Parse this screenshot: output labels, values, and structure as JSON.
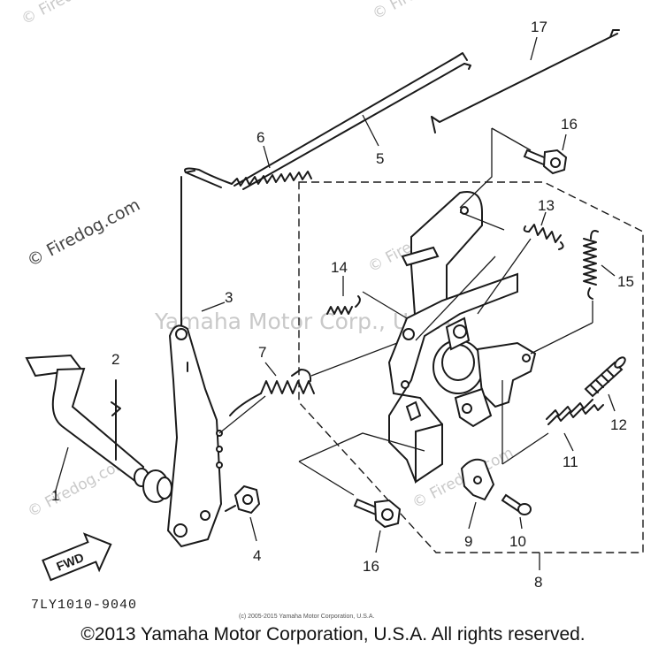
{
  "watermarks": {
    "site": "© Firedog.com",
    "corporate": "Yamaha Motor Corp., U.S.A."
  },
  "part_numbers": {
    "p1": "1",
    "p2": "2",
    "p3": "3",
    "p4": "4",
    "p5": "5",
    "p6": "6",
    "p7": "7",
    "p8": "8",
    "p9": "9",
    "p10": "10",
    "p11": "11",
    "p12": "12",
    "p13": "13",
    "p14": "14",
    "p15": "15",
    "p16a": "16",
    "p16b": "16",
    "p17": "17"
  },
  "fwd_label": "FWD",
  "drawing_code": "7LY1010-9040",
  "small_copyright": "(c) 2005-2015 Yamaha Motor Corporation, U.S.A.",
  "footer_copyright": "©2013 Yamaha Motor Corporation, U.S.A. All rights reserved."
}
